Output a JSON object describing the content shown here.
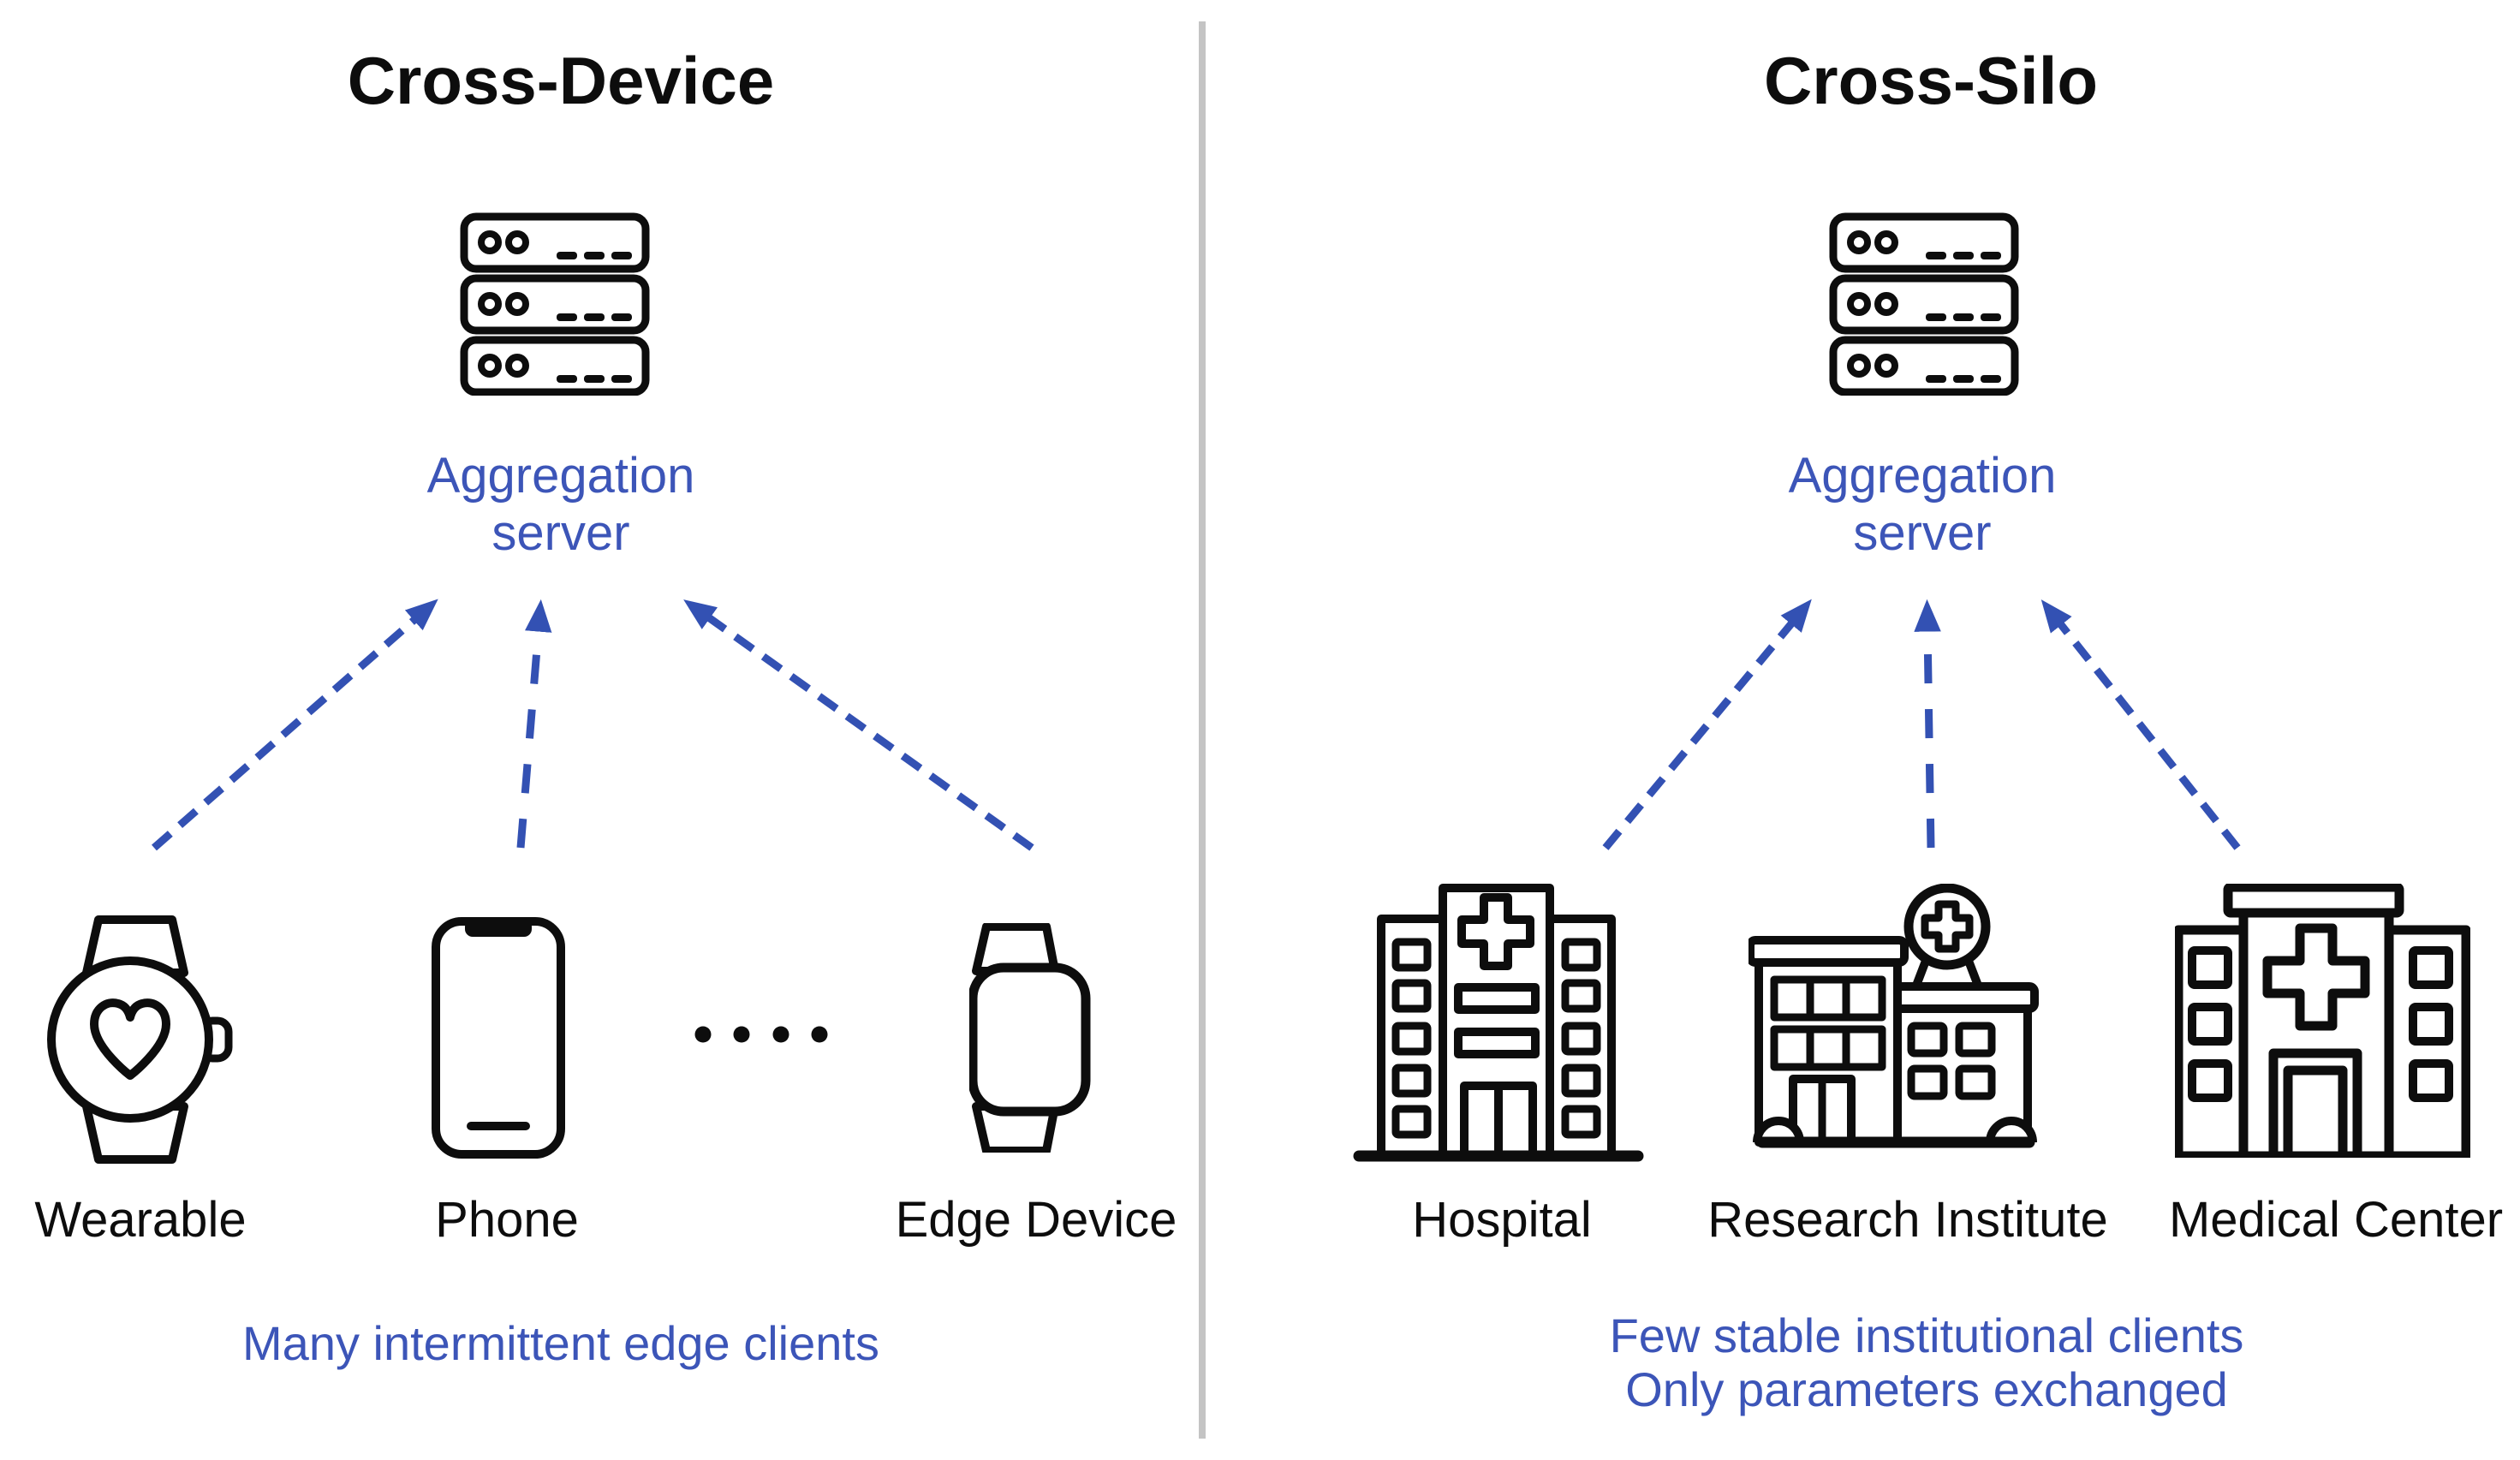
{
  "colors": {
    "accent_blue_text": "#3c55b8",
    "accent_blue_arrow": "#3351b3",
    "line_black": "#0d0d0d",
    "divider_gray": "#c4c4c4",
    "background": "#ffffff"
  },
  "left": {
    "title": "Cross-Device",
    "server_caption_line1": "Aggregation",
    "server_caption_line2": "server",
    "devices": [
      {
        "label": "Wearable"
      },
      {
        "label": "Phone"
      },
      {
        "label": "Edge Device"
      }
    ],
    "caption": "Many intermittent edge clients"
  },
  "right": {
    "title": "Cross-Silo",
    "server_caption_line1": "Aggregation",
    "server_caption_line2": "server",
    "institutions": [
      {
        "label": "Hospital"
      },
      {
        "label": "Research Institute"
      },
      {
        "label": "Medical Center"
      }
    ],
    "caption_line1": "Few stable institutional clients",
    "caption_line2": "Only parameters exchanged"
  },
  "icons": {
    "left_server": "server-rack-icon",
    "right_server": "server-rack-icon",
    "wearable": "smartwatch-round-heart-icon",
    "phone": "smartphone-icon",
    "ellipsis": "ellipsis-dots",
    "edge_device": "smartwatch-square-icon",
    "hospital": "hospital-building-icon",
    "research_institute": "research-institute-building-icon",
    "medical_center": "medical-center-building-icon"
  }
}
